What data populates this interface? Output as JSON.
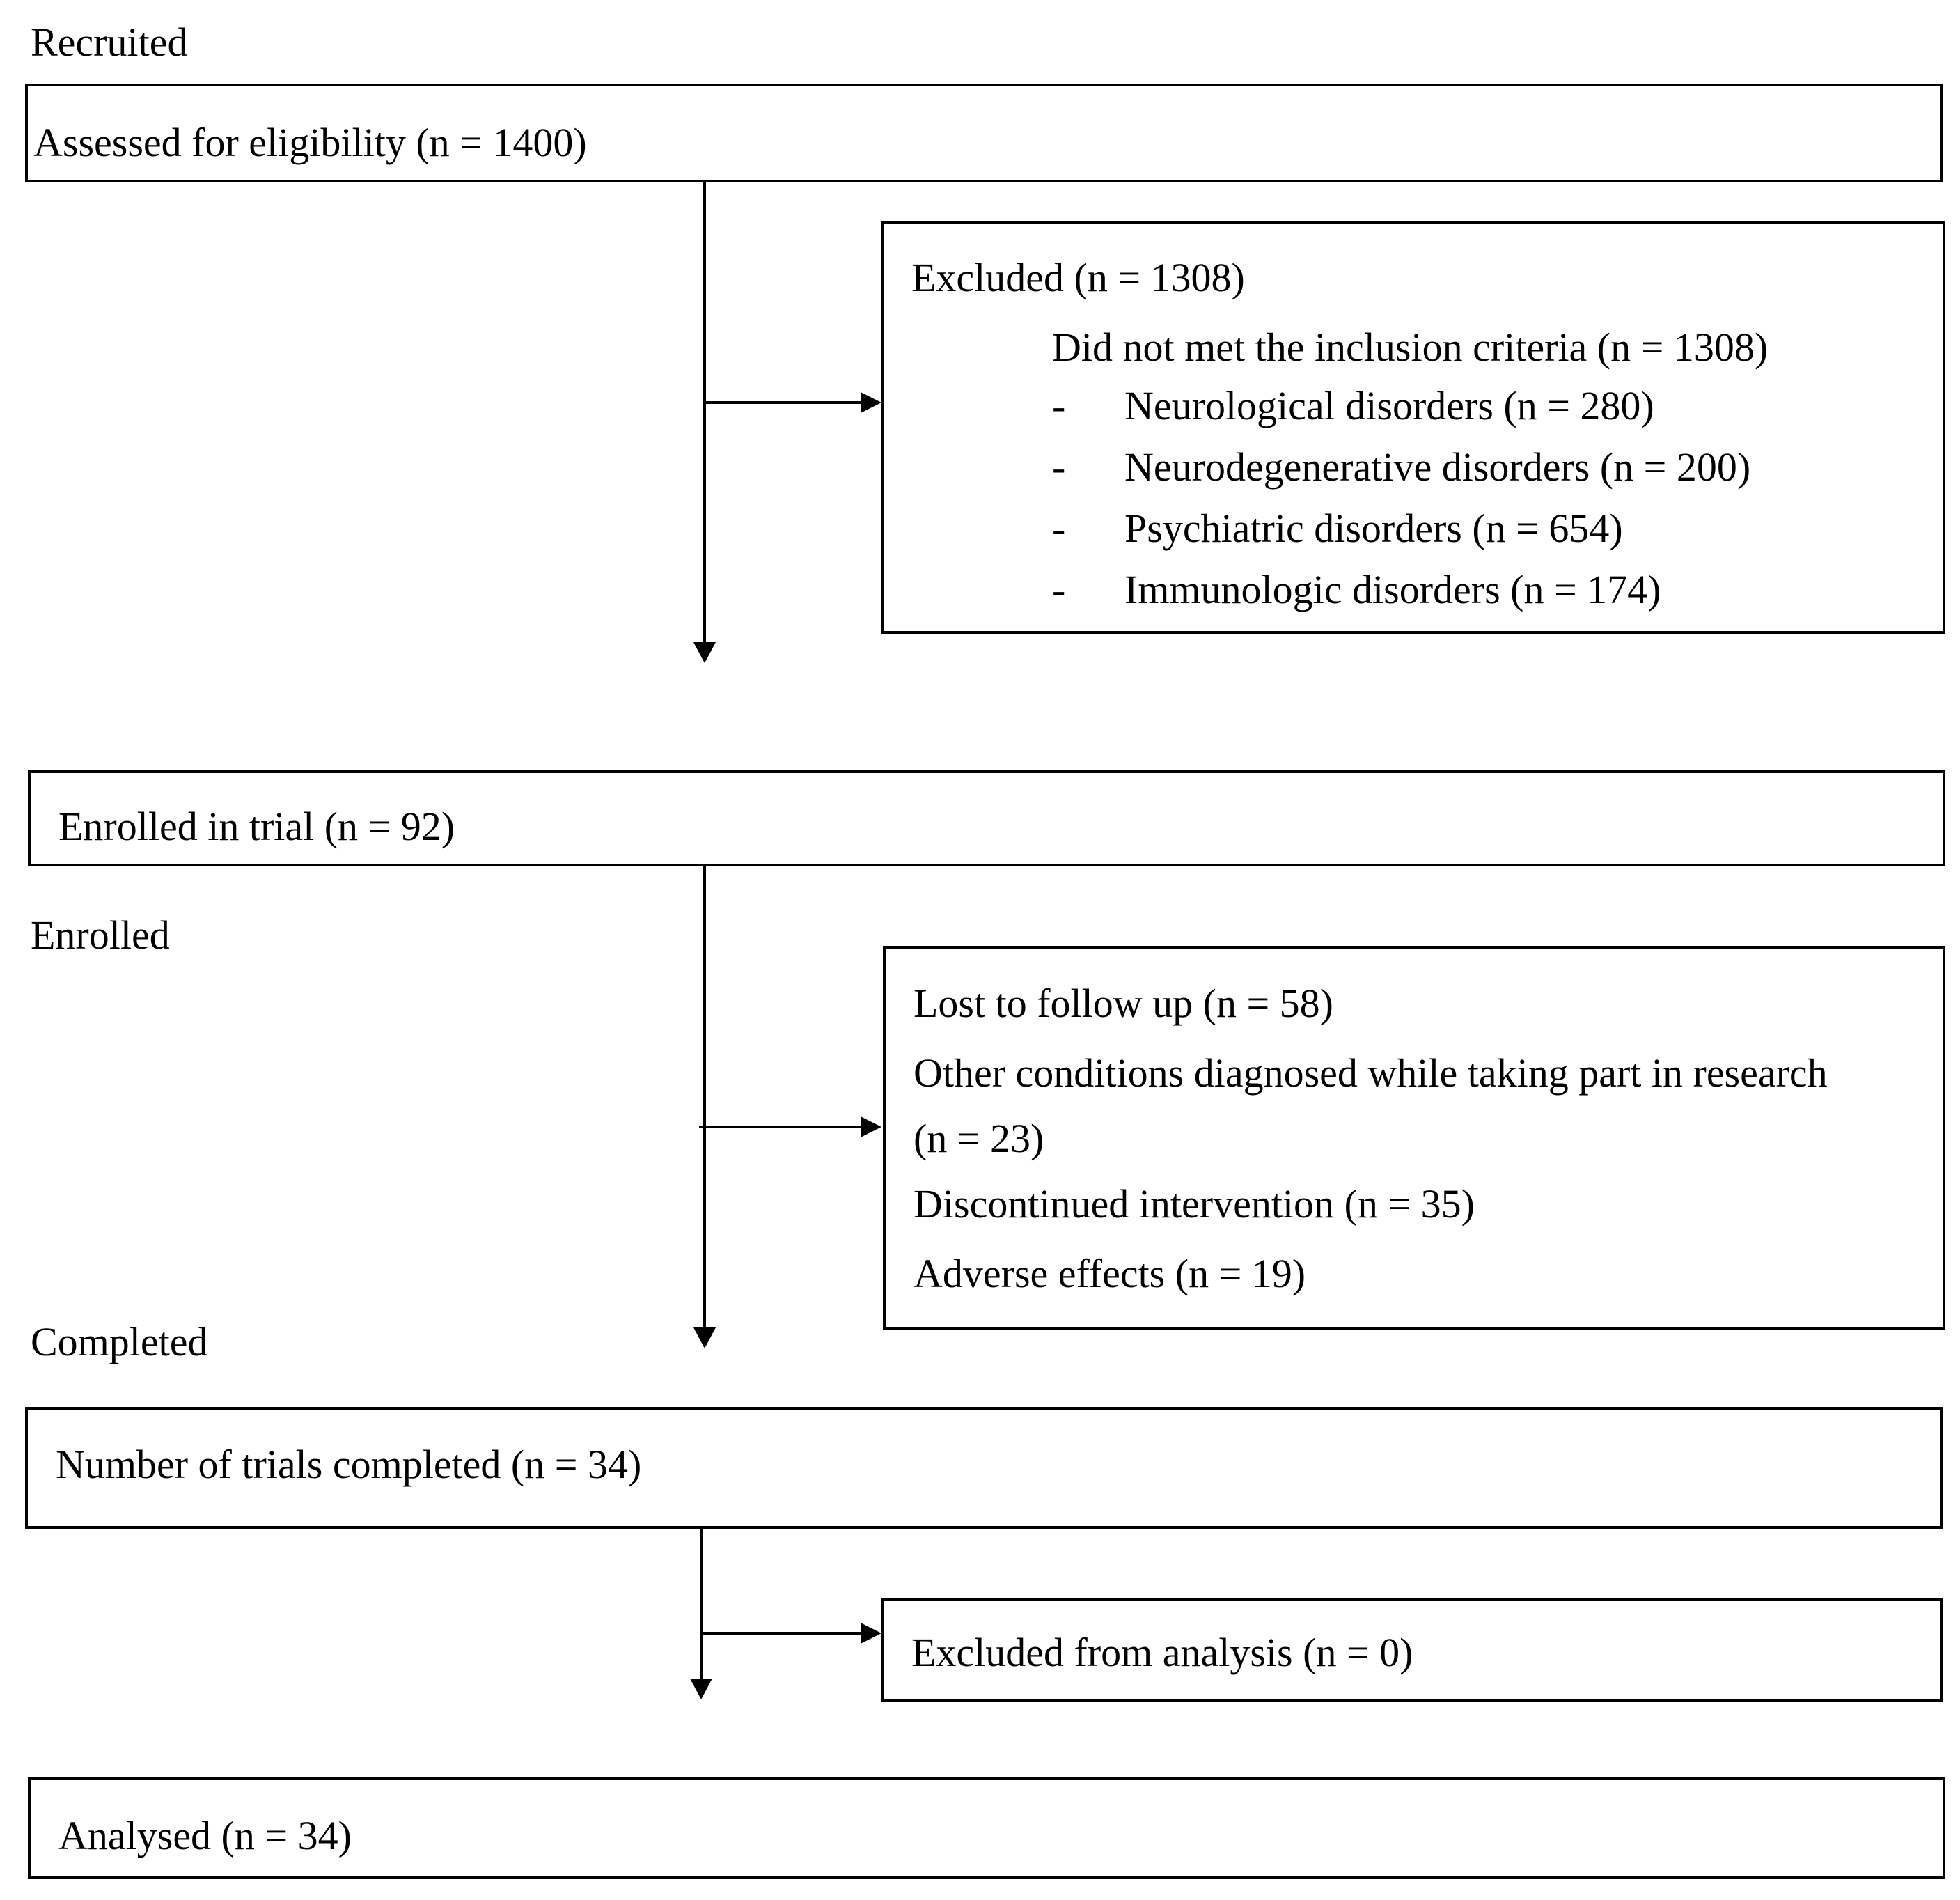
{
  "stages": {
    "recruited": "Recruited",
    "enrolled": "Enrolled",
    "completed": "Completed"
  },
  "assessed": "Assessed for eligibility (n = 1400)",
  "excluded": {
    "title": "Excluded (n = 1308)",
    "criteria": "Did not met the inclusion criteria (n = 1308)",
    "items": [
      {
        "dash": "-",
        "label": "Neurological disorders (n = 280)"
      },
      {
        "dash": "-",
        "label": "Neurodegenerative disorders (n = 200)"
      },
      {
        "dash": "-",
        "label": "Psychiatric disorders (n = 654)"
      },
      {
        "dash": "-",
        "label": "Immunologic disorders (n = 174)"
      }
    ]
  },
  "enrolled_in_trial": "Enrolled in trial (n = 92)",
  "attrition": {
    "lost": "Lost to follow up (n = 58)",
    "other_line1": "Other conditions diagnosed while taking part in research",
    "other_line2": "(n = 23)",
    "discontinued": "Discontinued intervention (n = 35)",
    "adverse": "Adverse effects (n = 19)"
  },
  "trials_completed": "Number of trials completed (n = 34)",
  "excluded_analysis": "Excluded from analysis (n = 0)",
  "analysed": "Analysed (n = 34)"
}
